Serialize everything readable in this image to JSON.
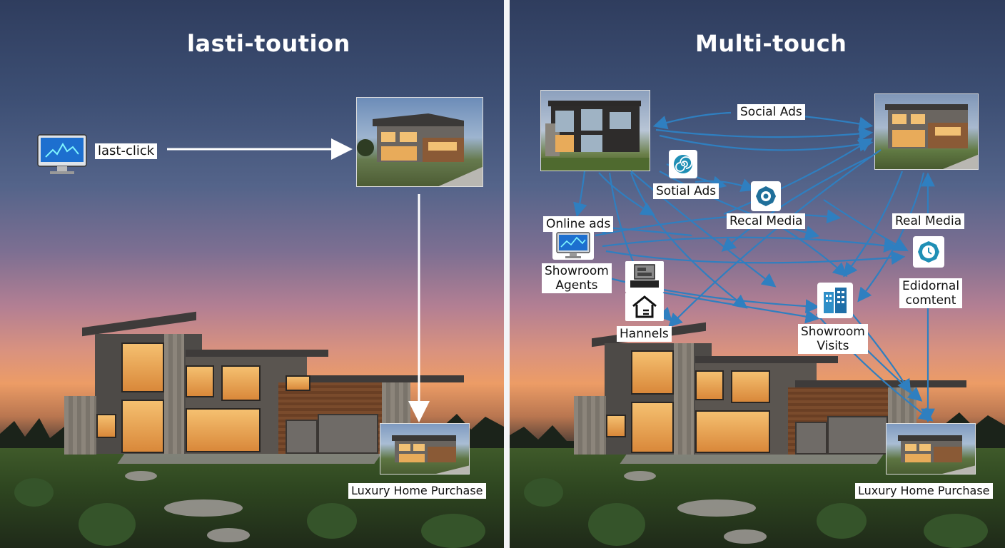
{
  "left": {
    "title": "lasti-toution",
    "source_label": "last-click",
    "purchase_label": "Luxury Home Purchase"
  },
  "right": {
    "title": "Multi-touch",
    "labels": {
      "social_ads_top": "Social Ads",
      "sotial_ads": "Sotial Ads",
      "recal_media": "Recal Media",
      "real_media": "Real Media",
      "online_ads": "Online ads",
      "showroom_agents_1": "Showroom",
      "showroom_agents_2": "Agents",
      "hannels": "Hannels",
      "showroom_visits_1": "Showroom",
      "showroom_visits_2": "Visits",
      "edidornal_1": "Edidornal",
      "edidornal_2": "comtent",
      "purchase_label": "Luxury Home Purchase"
    }
  },
  "colors": {
    "arrow_white": "#ffffff",
    "arrow_blue": "#2f7fc0",
    "icon_teal": "#1f8fb5",
    "divider": "#f4f5f7"
  },
  "icons": [
    "computer-monitor-icon",
    "spiral-icon",
    "gear-badge-icon",
    "clock-badge-icon",
    "office-building-icon",
    "server-rack-icon",
    "home-icon"
  ]
}
